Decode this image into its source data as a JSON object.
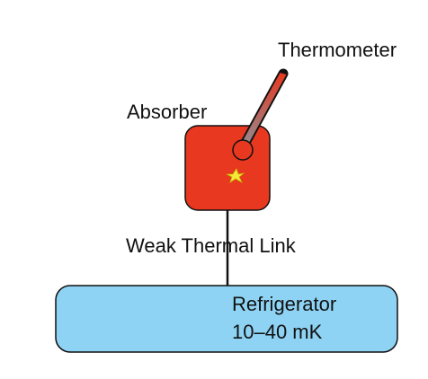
{
  "labels": {
    "thermometer": "Thermometer",
    "absorber": "Absorber",
    "link": "Weak Thermal Link",
    "refrigerator": "Refrigerator",
    "temperature": "10–40 mK"
  },
  "colors": {
    "absorber_fill": "#e8381f",
    "refrigerator_fill": "#8fd3f4",
    "thermometer_tip": "#e8381f",
    "thermometer_base": "#8e8e96",
    "star_fill": "#f5ea3c",
    "stroke": "#111111"
  }
}
